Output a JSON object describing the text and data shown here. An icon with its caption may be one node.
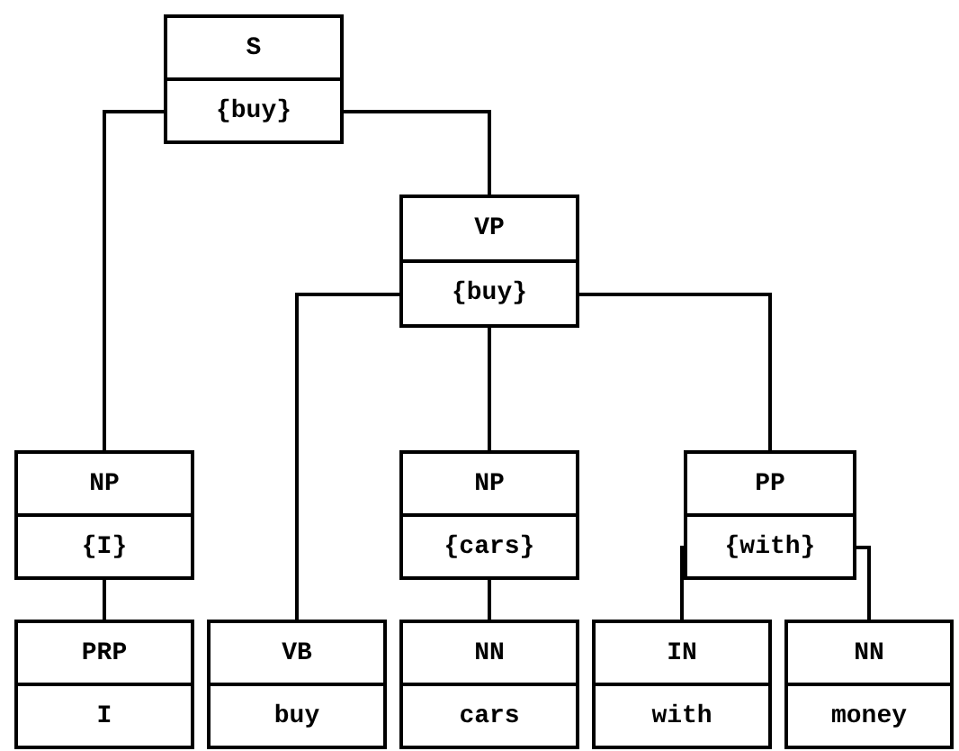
{
  "diagram": {
    "nodes": [
      {
        "text": [
          "S",
          "{buy}"
        ]
      },
      {
        "text": [
          "VP",
          "{buy}"
        ]
      },
      {
        "text": [
          "NP",
          "{I}"
        ]
      },
      {
        "text": [
          "NP",
          "{cars}"
        ]
      },
      {
        "text": [
          "PP",
          "{with}"
        ]
      },
      {
        "text": [
          "PRP",
          "I"
        ]
      },
      {
        "text": [
          "VB",
          "buy"
        ]
      },
      {
        "text": [
          "NN",
          "cars"
        ]
      },
      {
        "text": [
          "IN",
          "with"
        ]
      },
      {
        "text": [
          "NN",
          "money"
        ]
      }
    ],
    "edges": [
      {
        "from": 0,
        "to": 2,
        "arrow": "none"
      },
      {
        "from": 0,
        "to": 1,
        "arrow": "none"
      },
      {
        "from": 1,
        "to": 6,
        "arrow": "none"
      },
      {
        "from": 1,
        "to": 3,
        "arrow": "none"
      },
      {
        "from": 1,
        "to": 4,
        "arrow": "none"
      },
      {
        "from": 2,
        "to": 5,
        "arrow": "none"
      },
      {
        "from": 3,
        "to": 7,
        "arrow": "none"
      },
      {
        "from": 4,
        "to": 8,
        "arrow": "none"
      },
      {
        "from": 4,
        "to": 9,
        "arrow": "none"
      }
    ]
  }
}
